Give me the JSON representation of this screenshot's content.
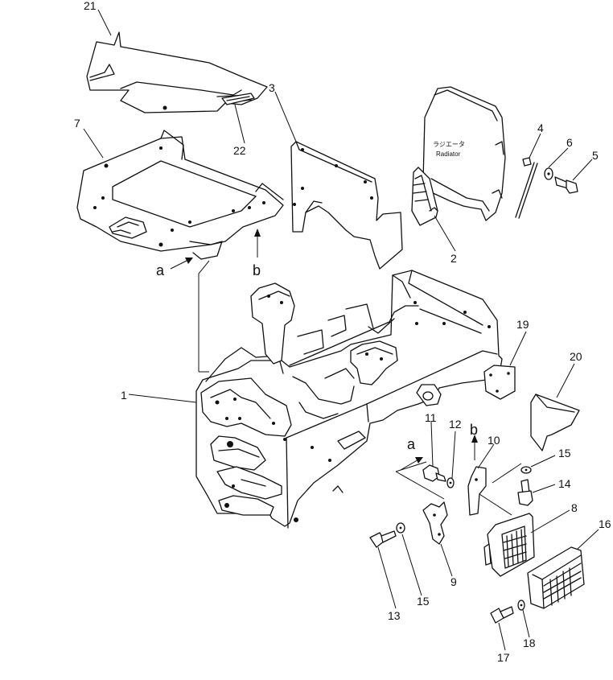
{
  "callouts": [
    "21",
    "3",
    "7",
    "22",
    "4",
    "6",
    "5",
    "2",
    "19",
    "20",
    "1",
    "11",
    "12",
    "10",
    "15",
    "14",
    "8",
    "16",
    "13",
    "9",
    "17",
    "18"
  ],
  "labels": {
    "p1": "1",
    "p2": "2",
    "p3": "3",
    "p4": "4",
    "p5": "5",
    "p6": "6",
    "p7": "7",
    "p8": "8",
    "p9": "9",
    "p10": "10",
    "p11": "11",
    "p12": "12",
    "p13": "13",
    "p14": "14",
    "p15a": "15",
    "p15b": "15",
    "p16": "16",
    "p17": "17",
    "p18": "18",
    "p19": "19",
    "p20": "20",
    "p21": "21",
    "p22": "22"
  },
  "view_refs": {
    "a_top": "a",
    "b_top": "b",
    "a_bottom": "a",
    "b_bottom": "b"
  },
  "radiator_label": {
    "japanese": "ラジエータ",
    "english": "Radiator"
  }
}
